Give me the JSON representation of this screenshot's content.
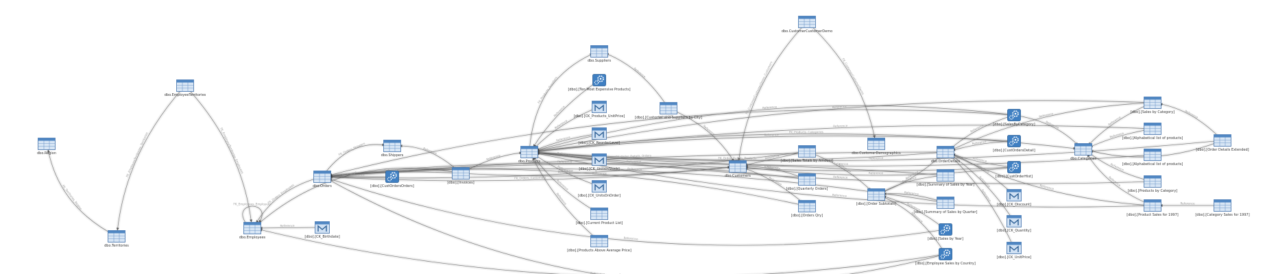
{
  "colors": {
    "node_fill": "#a8c8e8",
    "node_header": "#4f86c2",
    "node_border": "#3f6fa8",
    "edge": "#6c6c6c",
    "label": "#333333",
    "edge_label": "#9a9a9a"
  },
  "nodes": [
    {
      "id": "region",
      "label": "dbo.Region",
      "kind": "table"
    },
    {
      "id": "territories",
      "label": "dbo.Territories",
      "kind": "table"
    },
    {
      "id": "emp_terr",
      "label": "dbo.EmployeeTerritories",
      "kind": "table"
    },
    {
      "id": "employees",
      "label": "dbo.Employees",
      "kind": "table"
    },
    {
      "id": "ck_birth",
      "label": "[dbo].[CK_Birthdate]",
      "kind": "constraint"
    },
    {
      "id": "orders",
      "label": "dbo.Orders",
      "kind": "table"
    },
    {
      "id": "cust_orders",
      "label": "[dbo].[CustOrdersOrders]",
      "kind": "proc"
    },
    {
      "id": "shippers",
      "label": "dbo.Shippers",
      "kind": "table"
    },
    {
      "id": "invoices",
      "label": "[dbo].[Invoices]",
      "kind": "table"
    },
    {
      "id": "products",
      "label": "dbo.Products",
      "kind": "table"
    },
    {
      "id": "suppliers",
      "label": "dbo.Suppliers",
      "kind": "table"
    },
    {
      "id": "ten_most",
      "label": "[dbo].[Ten Most Expensive Products]",
      "kind": "proc"
    },
    {
      "id": "ck_unitprice",
      "label": "[dbo].[CK_Products_UnitPrice]",
      "kind": "constraint"
    },
    {
      "id": "ck_reorder",
      "label": "[dbo].[CK_ReorderLevel]",
      "kind": "constraint"
    },
    {
      "id": "ck_unitsinstock",
      "label": "[dbo].[CK_UnitsInStock]",
      "kind": "constraint"
    },
    {
      "id": "ck_unitsonorder",
      "label": "[dbo].[CK_UnitsOnOrder]",
      "kind": "constraint"
    },
    {
      "id": "current_products",
      "label": "[dbo].[Current Product List]",
      "kind": "table"
    },
    {
      "id": "above_avg",
      "label": "[dbo].[Products Above Average Price]",
      "kind": "table"
    },
    {
      "id": "cust_sup_city",
      "label": "[dbo].[Customer and Suppliers by City]",
      "kind": "table"
    },
    {
      "id": "cust_cust_demo",
      "label": "dbo.CustomerCustomerDemo",
      "kind": "table"
    },
    {
      "id": "customers",
      "label": "dbo.Customers",
      "kind": "table"
    },
    {
      "id": "cust_demo",
      "label": "dbo.CustomerDemographics",
      "kind": "table"
    },
    {
      "id": "sales_amount",
      "label": "[dbo].[Sales Totals by Amount]",
      "kind": "table"
    },
    {
      "id": "qtr_orders",
      "label": "[dbo].[Quarterly Orders]",
      "kind": "table"
    },
    {
      "id": "orders_qry",
      "label": "[dbo].[Orders Qry]",
      "kind": "table"
    },
    {
      "id": "order_details",
      "label": "dbo.OrderDetails",
      "kind": "table"
    },
    {
      "id": "order_subtotals",
      "label": "[dbo].[Order Subtotals]",
      "kind": "table"
    },
    {
      "id": "summary_year",
      "label": "[dbo].[Summary of Sales by Year]",
      "kind": "table"
    },
    {
      "id": "summary_qtr",
      "label": "[dbo].[Summary of Sales by Quarter]",
      "kind": "table"
    },
    {
      "id": "sales_year",
      "label": "[dbo].[Sales by Year]",
      "kind": "proc"
    },
    {
      "id": "emp_sales",
      "label": "[dbo].[Employee Sales by Country]",
      "kind": "proc"
    },
    {
      "id": "sales_cat_proc",
      "label": "[dbo].[SalesByCategory]",
      "kind": "proc"
    },
    {
      "id": "cust_orders_detail",
      "label": "[dbo].[CustOrdersDetail]",
      "kind": "proc"
    },
    {
      "id": "cust_order_hist",
      "label": "[dbo].[CustOrderHist]",
      "kind": "proc"
    },
    {
      "id": "ck_discount",
      "label": "[dbo].[CK_Discount]",
      "kind": "constraint"
    },
    {
      "id": "ck_quantity",
      "label": "[dbo].[CK_Quantity]",
      "kind": "constraint"
    },
    {
      "id": "ck_od_unitprice",
      "label": "[dbo].[CK_UnitPrice]",
      "kind": "constraint"
    },
    {
      "id": "categories",
      "label": "dbo.Categories",
      "kind": "table"
    },
    {
      "id": "sales_by_cat",
      "label": "[dbo].[Sales by Category]",
      "kind": "table"
    },
    {
      "id": "alpha_list",
      "label": "[dbo].[Alphabetical list of products]",
      "kind": "table"
    },
    {
      "id": "alpha_list2",
      "label": "[dbo].[Alphabetical list of products]",
      "kind": "table"
    },
    {
      "id": "prod_by_cat",
      "label": "[dbo].[Products by Category]",
      "kind": "table"
    },
    {
      "id": "prod_sales_1997",
      "label": "[dbo].[Product Sales for 1997]",
      "kind": "table"
    },
    {
      "id": "cat_sales_1997",
      "label": "[dbo].[Category Sales for 1997]",
      "kind": "table"
    },
    {
      "id": "order_details_ext",
      "label": "[dbo].[Order Details Extended]",
      "kind": "table"
    }
  ],
  "edge_labels": {
    "reference": "Reference",
    "fk_employees_employees": "FK_Employees_Employees",
    "fk_territories_region": "FK_Territories_Region",
    "fk_empterr_employees": "FK_EmployeeTerritories_Employees",
    "fk_empterr_territories": "FK_EmployeeTerritories_Territories",
    "fk_orders_shippers": "FK_Orders_Shippers",
    "fk_orders_employees": "FK_Orders_Employees",
    "fk_products_suppliers": "FK_Products_Suppliers",
    "fk_ccd_customers": "FK_CustomerCustomerDemo_Customers",
    "fk_ccd_demo": "FK_CustomerCustomerDemo",
    "fk_orders_customers": "FK_Orders_Customers",
    "fk_od_orders": "FK_Order_Details_Orders",
    "fk_od_products": "FK_Order_Details_Products",
    "fk_products_categories": "FK_Products_Categories"
  }
}
